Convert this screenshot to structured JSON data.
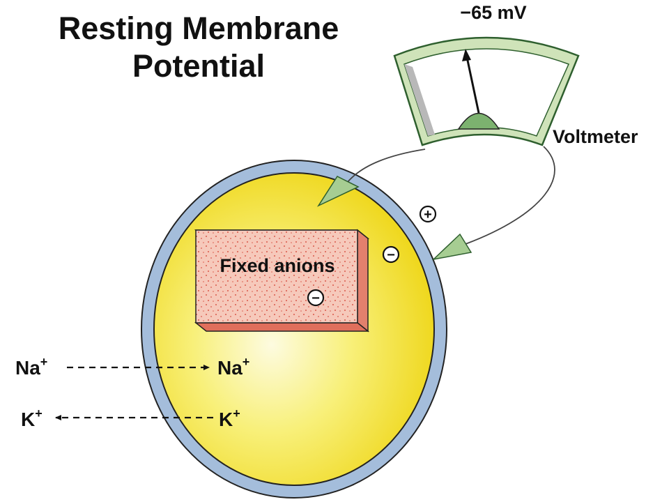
{
  "title": {
    "line1": "Resting Membrane",
    "line2": "Potential"
  },
  "voltmeter": {
    "reading": "−65 mV",
    "label": "Voltmeter"
  },
  "fixed_anions_label": "Fixed anions",
  "ions": {
    "na_out": "Na",
    "na_in": "Na",
    "k_out": "K",
    "k_in": "K",
    "plus": "+"
  },
  "charge_symbols": {
    "positive": "+",
    "negative": "−"
  },
  "colors": {
    "membrane": "#a4bddb",
    "cytoplasm": "#f2e41d",
    "cytoplasm_highlight": "#fdfbe0",
    "anion_block": "#f6c9bb",
    "anion_side": "#e3806d",
    "anion_dots": "#d9574a",
    "meter_frame": "#cfe3b9",
    "meter_stroke": "#2e5f2e",
    "meter_pivot": "#7cb26f",
    "lead_arrow": "#a6cd92"
  }
}
